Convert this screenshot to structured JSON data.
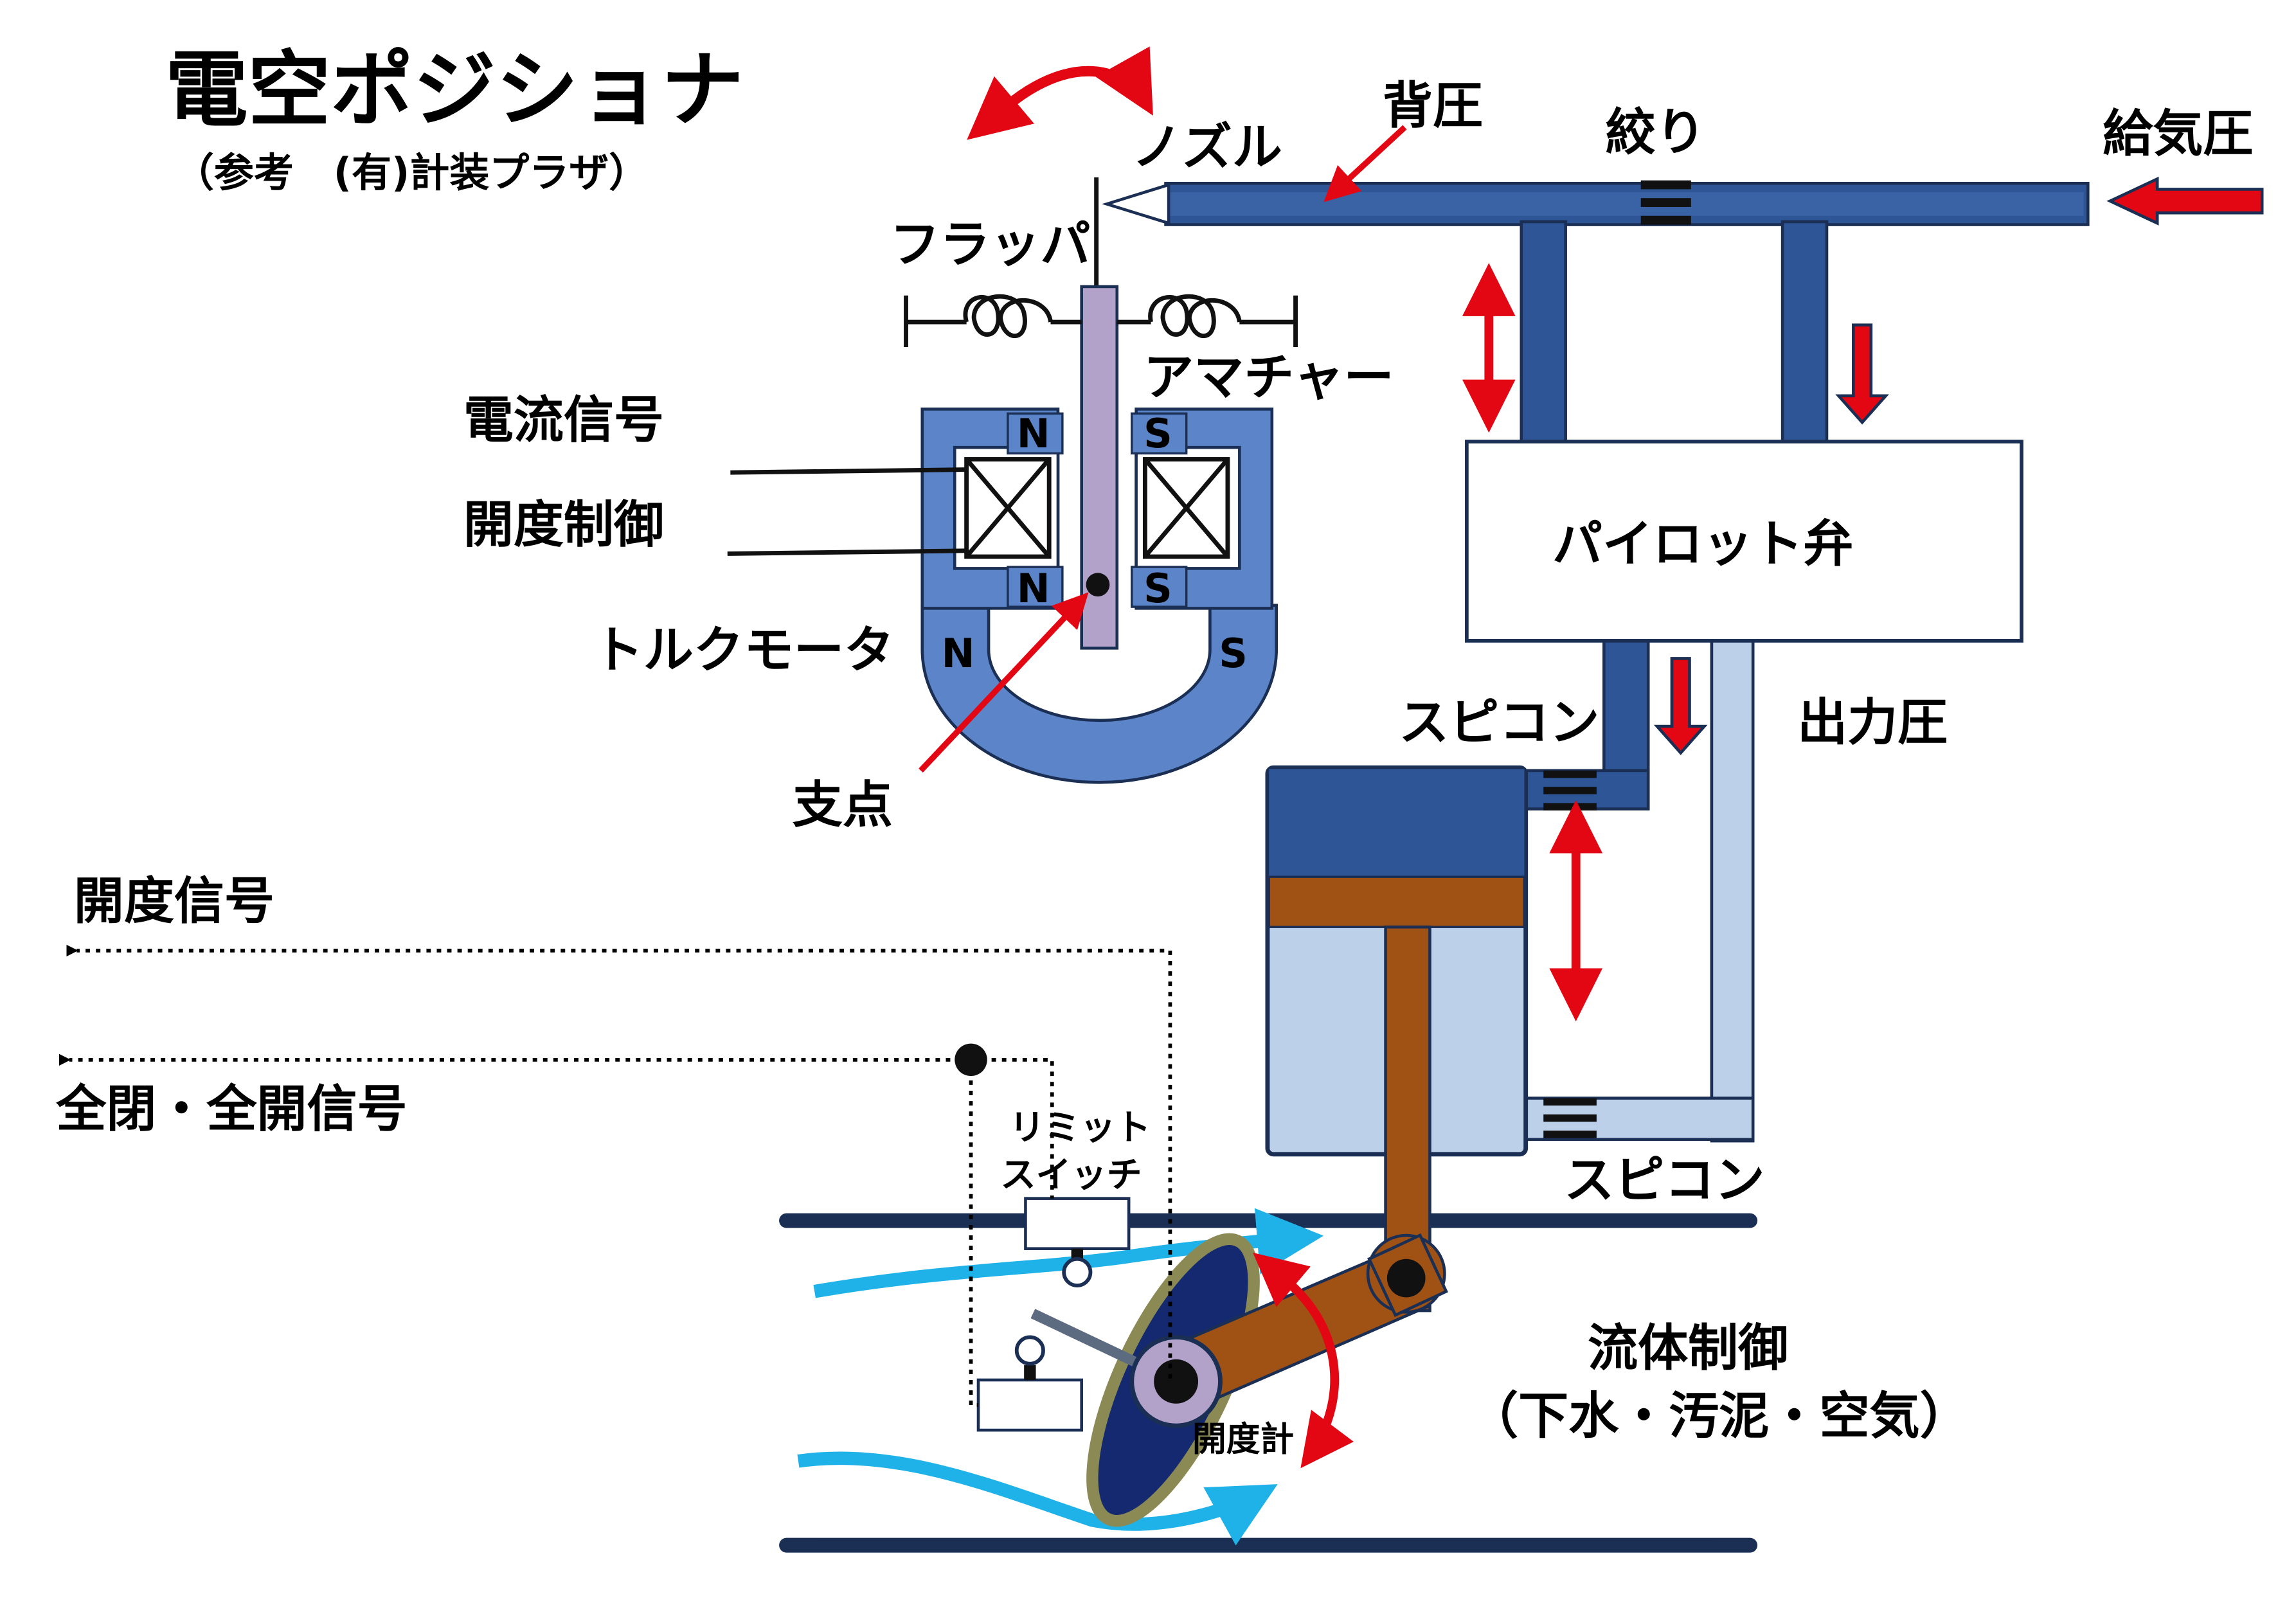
{
  "title": "電空ポジショナ",
  "subtitle": "（参考　(有)計装プラザ）",
  "labels": {
    "nozzle": "ノズル",
    "back_pressure": "背圧",
    "throttle": "絞り",
    "supply_pressure": "給気圧",
    "flapper": "フラッパ",
    "armature": "アマチャー",
    "current_signal": "電流信号",
    "opening_control": "開度制御",
    "torque_motor": "トルクモータ",
    "fulcrum": "支点",
    "pilot_valve": "パイロット弁",
    "output_pressure": "出力圧",
    "spicon_upper": "スピコン",
    "spicon_lower": "スピコン",
    "opening_signal": "開度信号",
    "full_signal": "全閉・全開信号",
    "limit_switch_1": "リミット",
    "limit_switch_2": "スイッチ",
    "fluid_control": "流体制御",
    "fluid_types": "（下水・汚泥・空気）",
    "opening_meter": "開度計"
  },
  "poles": {
    "n_top": "N",
    "s_top": "S",
    "n_mid": "N",
    "s_mid": "S",
    "n_bottom": "N",
    "s_bottom": "S"
  },
  "colors": {
    "pipe_dark": "#2e5596",
    "pipe_light": "#bdd0e9",
    "magnet": "#5b85c8",
    "flapper": "#b2a2c9",
    "piston": "#a05214",
    "arrow_red": "#e30613",
    "flow_cyan": "#1fb2e8",
    "valve_disc": "#142970",
    "valve_rim": "#8b8a55"
  }
}
